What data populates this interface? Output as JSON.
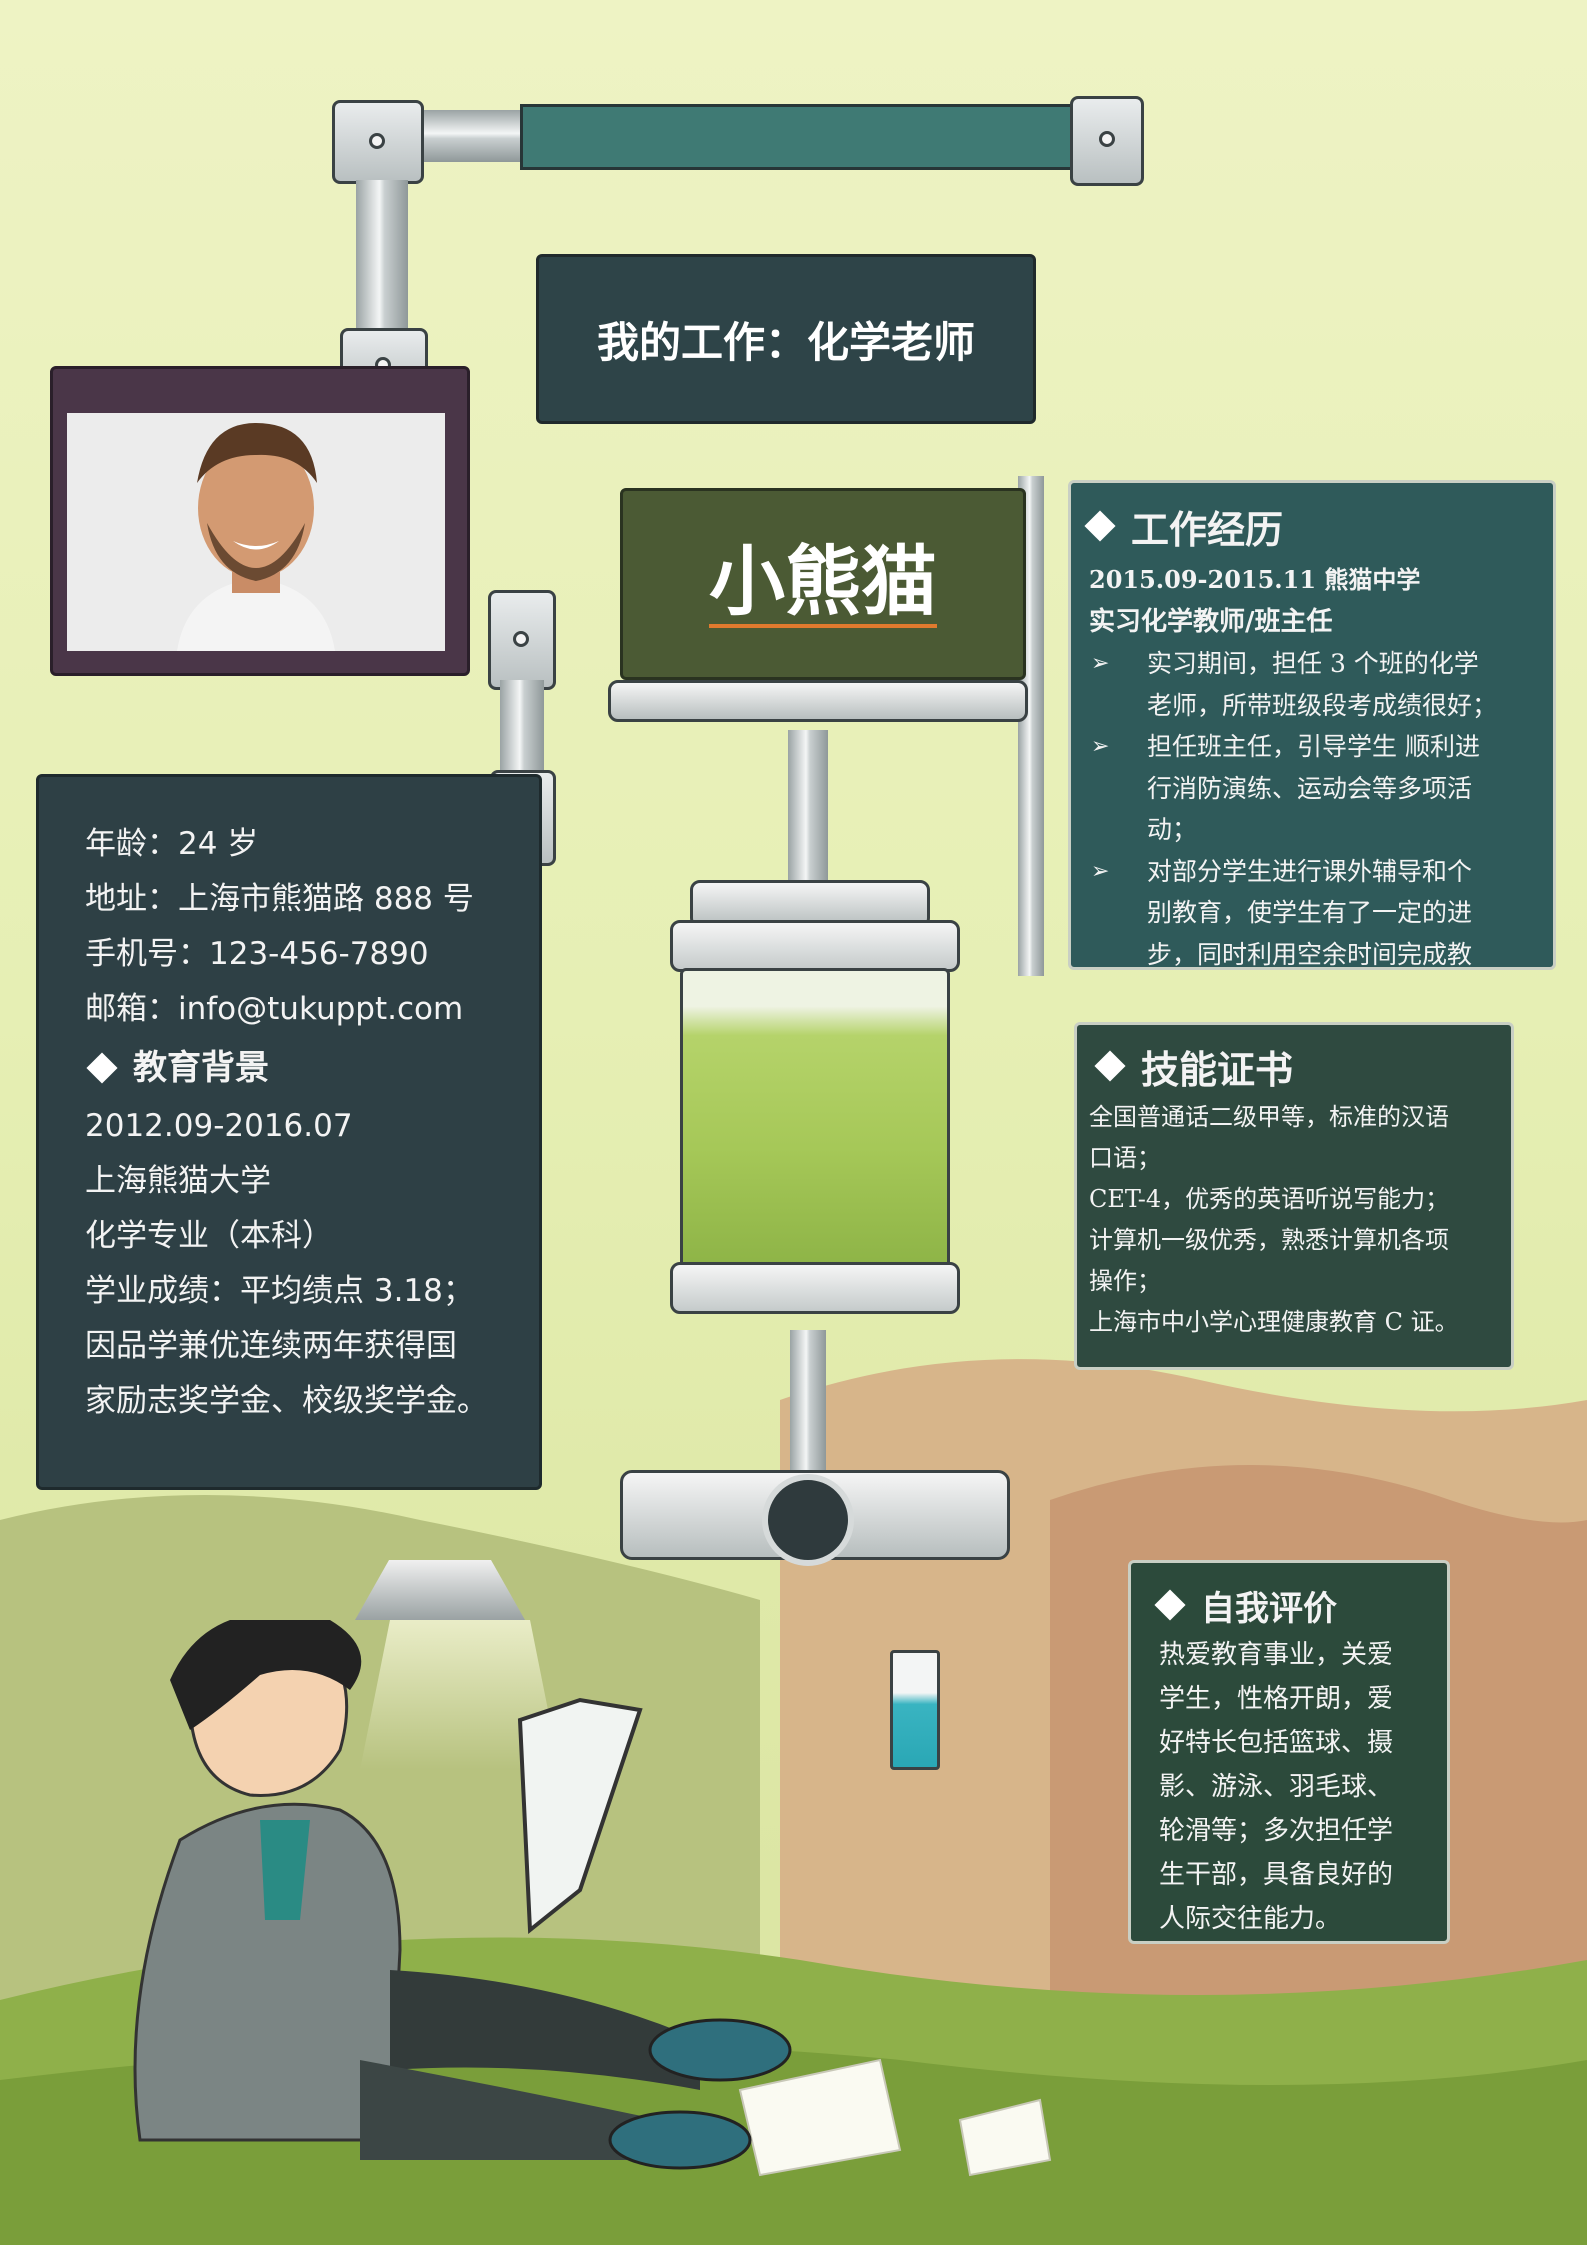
{
  "job_title": "我的工作：化学老师",
  "name": "小熊猫",
  "personal": {
    "age": "年龄：24 岁",
    "address": "地址：上海市熊猫路 888 号",
    "phone": "手机号：123-456-7890",
    "email": "邮箱：info@tukuppt.com"
  },
  "education": {
    "heading": "教育背景",
    "period": "2012.09-2016.07",
    "school": "上海熊猫大学",
    "major": "化学专业（本科）",
    "gpa": "学业成绩：平均绩点 3.18；",
    "award_line1": "因品学兼优连续两年获得国",
    "award_line2": "家励志奖学金、校级奖学金。"
  },
  "work": {
    "heading": "工作经历",
    "period_org": "2015.09-2015.11  熊猫中学",
    "role": "实习化学教师/班主任",
    "items": [
      {
        "line1": "实习期间，担任 3 个班的化学",
        "line2": "老师，所带班级段考成绩很好；",
        "line3": ""
      },
      {
        "line1": "担任班主任，引导学生 顺利进",
        "line2": "行消防演练、运动会等多项活",
        "line3": "动；"
      },
      {
        "line1": "对部分学生进行课外辅导和个",
        "line2": "别教育，使学生有了一定的进",
        "line3": "步，同时利用空余时间完成教"
      }
    ]
  },
  "skills": {
    "heading": "技能证书",
    "lines": [
      "全国普通话二级甲等，标准的汉语",
      "口语；",
      "CET-4，优秀的英语听说写能力；",
      "计算机一级优秀，熟悉计算机各项",
      "操作；",
      "上海市中小学心理健康教育 C 证。"
    ]
  },
  "self_eval": {
    "heading": "自我评价",
    "lines": [
      "热爱教育事业，关爱",
      "学生，性格开朗，爱",
      "好特长包括篮球、摄",
      "影、游泳、羽毛球、",
      "轮滑等；多次担任学",
      "生干部，具备良好的",
      "人际交往能力。"
    ]
  },
  "icons": {
    "bullet": "diamond-icon",
    "list_marker": "arrow-bullet-icon"
  },
  "colors": {
    "background": "#e6efb4",
    "panel_dark": "#2e4045",
    "panel_teal": "#2f5a5a",
    "name_panel": "#4b5a34",
    "accent_orange": "#e07a2e"
  }
}
